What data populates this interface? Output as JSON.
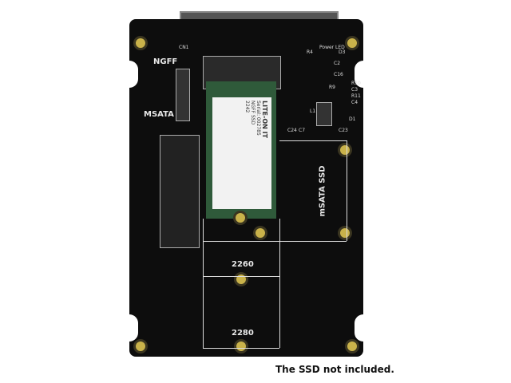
{
  "board": {
    "labels": {
      "ngff": "NGFF",
      "msata": "MSATA",
      "msata_ssd": "mSATA SSD",
      "len_2260": "2260",
      "len_2280": "2280",
      "cn1": "CN1",
      "r4": "R4",
      "d3": "D3",
      "power_led": "Power LED",
      "c2": "C2",
      "c16": "C16",
      "r10": "R10",
      "c3": "C3",
      "r11": "R11",
      "c4": "C4",
      "r9": "R9",
      "d1": "D1",
      "c24": "C24",
      "c7": "C7",
      "c23": "C23",
      "l1": "L1"
    },
    "ssd_label": {
      "brand": "LITE-ON IT",
      "line1": "Serial: 002785",
      "line2": "NGFF SSD",
      "line3": "2242"
    }
  },
  "caption": "The SSD not included.",
  "colors": {
    "pcb": "#0d0d0d",
    "pads": "#c9b24a",
    "ssd_pcb": "#2f5a3a"
  }
}
